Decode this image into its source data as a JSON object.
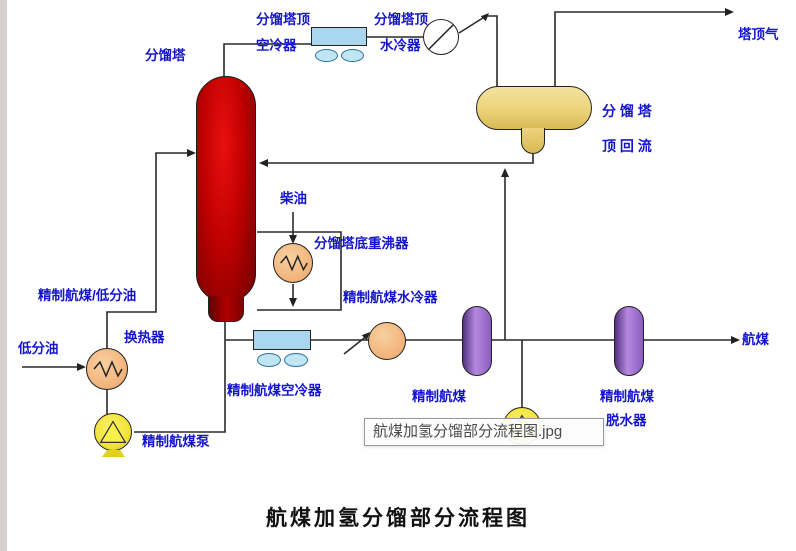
{
  "title": "航煤加氢分馏部分流程图",
  "overlay_caption": "航煤加氢分馏部分流程图.jpg",
  "labels": {
    "fractionator": "分馏塔",
    "top_air_cooler_l1": "分馏塔顶",
    "top_air_cooler_l2": "空冷器",
    "top_water_cooler_l1": "分馏塔顶",
    "top_water_cooler_l2": "水冷器",
    "overhead_gas": "塔顶气",
    "reflux_l1": "分 馏 塔",
    "reflux_l2": "顶 回 流",
    "diesel": "柴油",
    "bottom_reboiler": "分馏塔底重沸器",
    "jet_low_oil": "精制航煤/低分油",
    "low_oil": "低分油",
    "heat_exchanger": "换热器",
    "jet_air_cooler": "精制航煤空冷器",
    "jet_water_cooler": "精制航煤水冷器",
    "refined_jet_left": "精制航煤",
    "refined_jet_right": "精制航煤",
    "jet_pump": "精制航煤泵",
    "dehydrator": "脱水器",
    "jet_fuel": "航煤"
  },
  "colors": {
    "label-blue": "#1414cc",
    "tower-red": "#c00000",
    "drum-yellow": "#ecd37a",
    "cooler-blue": "#a9d7ee",
    "fan-blue": "#bfe6f2",
    "exchanger-tan": "#f2b27a",
    "vessel-purple": "#8a5cc0",
    "vessel-purple-light": "#b58ae0",
    "pump-yellow": "#f2e33a",
    "pipe-color": "#2a2a2a",
    "title-color": "#111111"
  }
}
